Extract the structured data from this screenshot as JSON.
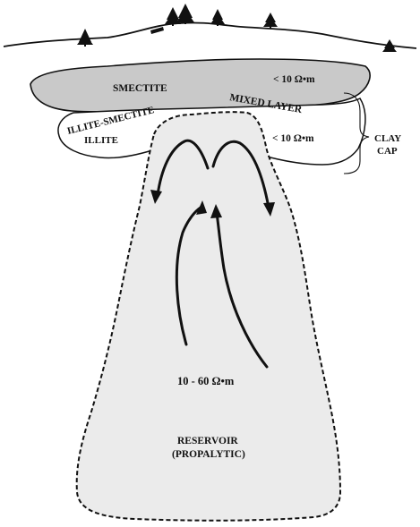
{
  "labels": {
    "smectite": "SMECTITE",
    "smectite_resistivity": "< 10 Ω•m",
    "mixed_layer": "MIXED LAYER",
    "illite_smectite": "ILLITE-SMECTITE",
    "illite": "ILLITE",
    "mixed_resistivity": "< 10 Ω•m",
    "clay_cap_line1": "CLAY",
    "clay_cap_line2": "CAP",
    "reservoir_resistivity": "10 - 60 Ω•m",
    "reservoir_line1": "RESERVOIR",
    "reservoir_line2": "(PROPALYTIC)"
  },
  "colors": {
    "smectite_fill": "#c9c9c9",
    "reservoir_fill": "#ebebeb",
    "line": "#111111"
  }
}
